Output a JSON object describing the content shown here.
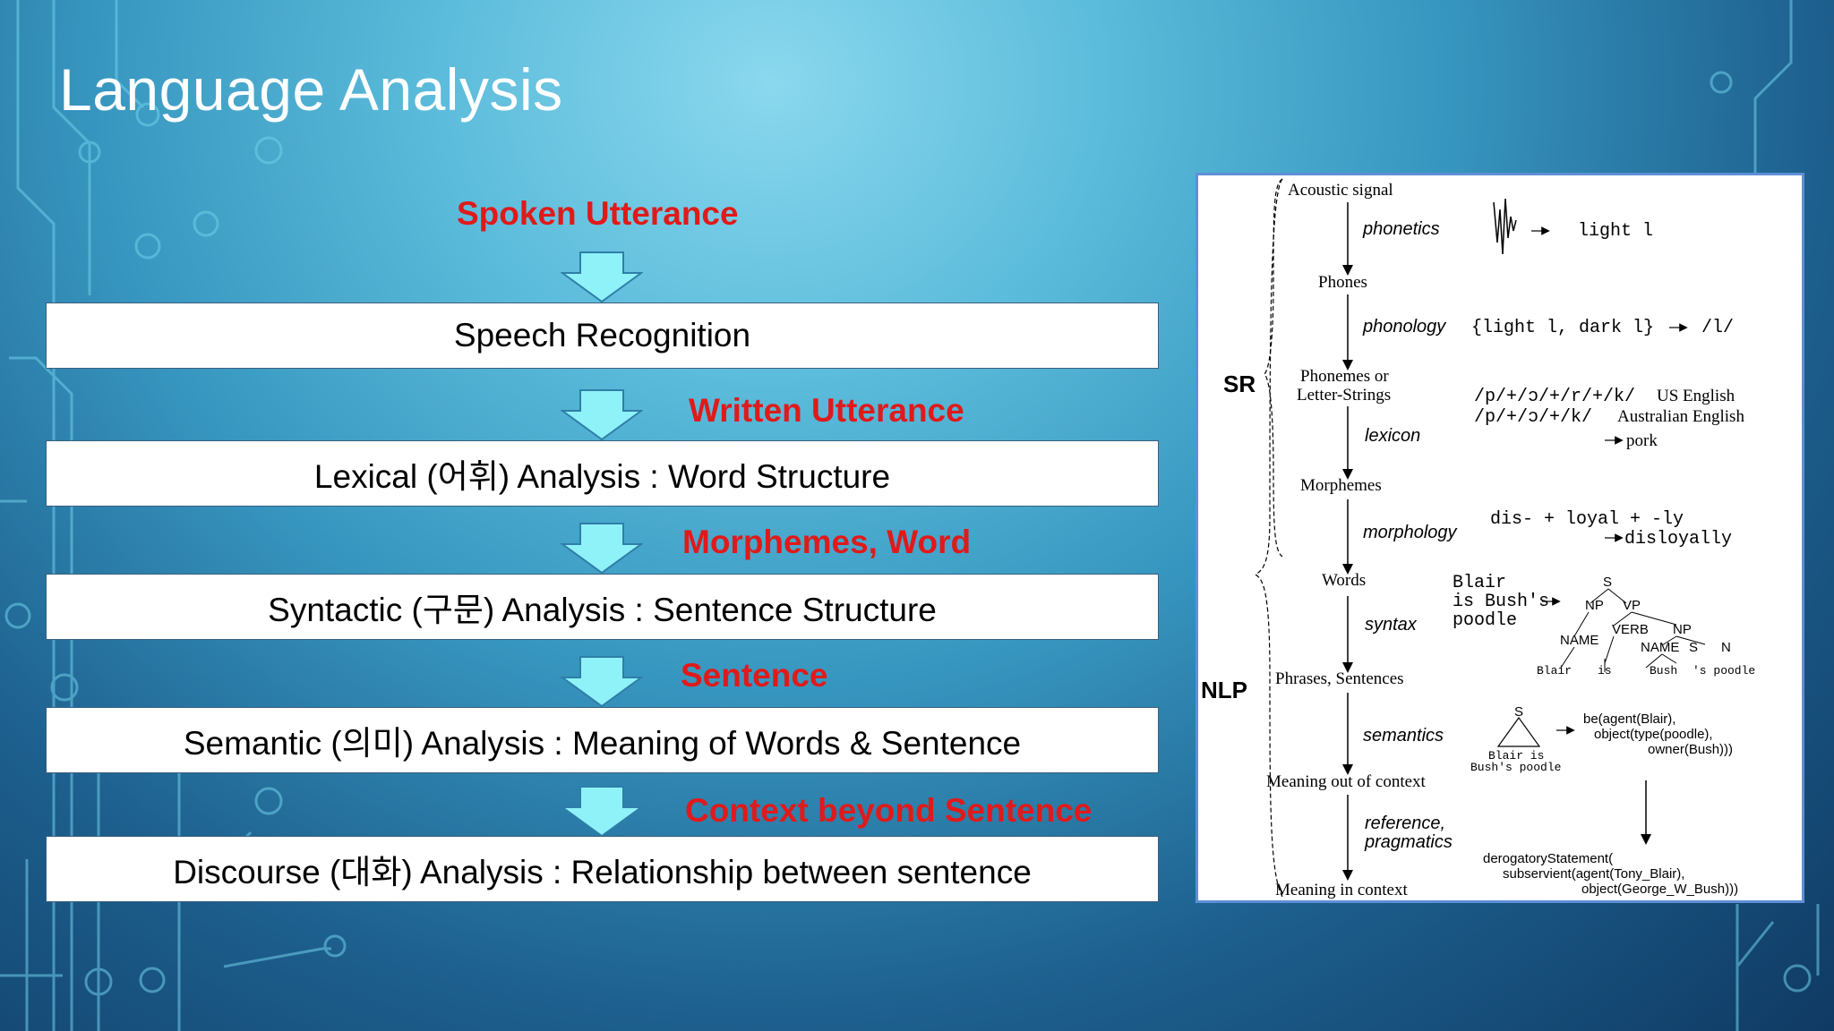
{
  "title": "Language Analysis",
  "flow": {
    "spoken": "Spoken Utterance",
    "boxes": [
      "Speech Recognition",
      "Lexical (어휘)  Analysis : Word Structure",
      "Syntactic (구문)  Analysis : Sentence Structure",
      "Semantic (의미)  Analysis : Meaning of Words & Sentence",
      "Discourse (대화)  Analysis : Relationship between sentence"
    ],
    "labels": [
      "Written Utterance",
      "Morphemes, Word",
      "Sentence",
      "Context beyond Sentence"
    ]
  },
  "figure": {
    "sr": "SR",
    "nlp": "NLP",
    "levels": [
      "Acoustic signal",
      "Phones",
      "Phonemes or",
      "Letter-Strings",
      "Morphemes",
      "Words",
      "Phrases, Sentences",
      "Meaning out of context",
      "Meaning in context"
    ],
    "processes": [
      "phonetics",
      "phonology",
      "lexicon",
      "morphology",
      "syntax",
      "semantics",
      "reference,",
      "pragmatics"
    ],
    "phonetics_out": "light l",
    "phonology_in": "{light l, dark l}",
    "phonology_out": "/l/",
    "lexicon_lines": [
      "/p/+/ɔ/+/r/+/k/",
      "/p/+/ɔ/+/k/"
    ],
    "lexicon_dialects": [
      "US English",
      "Australian English"
    ],
    "lexicon_out": "pork",
    "morph_in": "dis- + loyal + -ly",
    "morph_out": "disloyally",
    "syntax_in": [
      "Blair",
      "is Bush's",
      "poodle"
    ],
    "tree": {
      "nodes": [
        "S",
        "NP",
        "VP",
        "VERB",
        "NP",
        "NAME",
        "NAME",
        "S",
        "N"
      ],
      "leaves": [
        "Blair",
        "is",
        "Bush",
        "'s poodle"
      ]
    },
    "sem_tri": [
      "S",
      "Blair is",
      "Bush's poodle"
    ],
    "sem_out": [
      "be(agent(Blair),",
      "object(type(poodle),",
      "owner(Bush)))"
    ],
    "prag_out": [
      "derogatoryStatement(",
      "subservient(agent(Tony_Blair),",
      "object(George_W_Bush)))"
    ]
  }
}
